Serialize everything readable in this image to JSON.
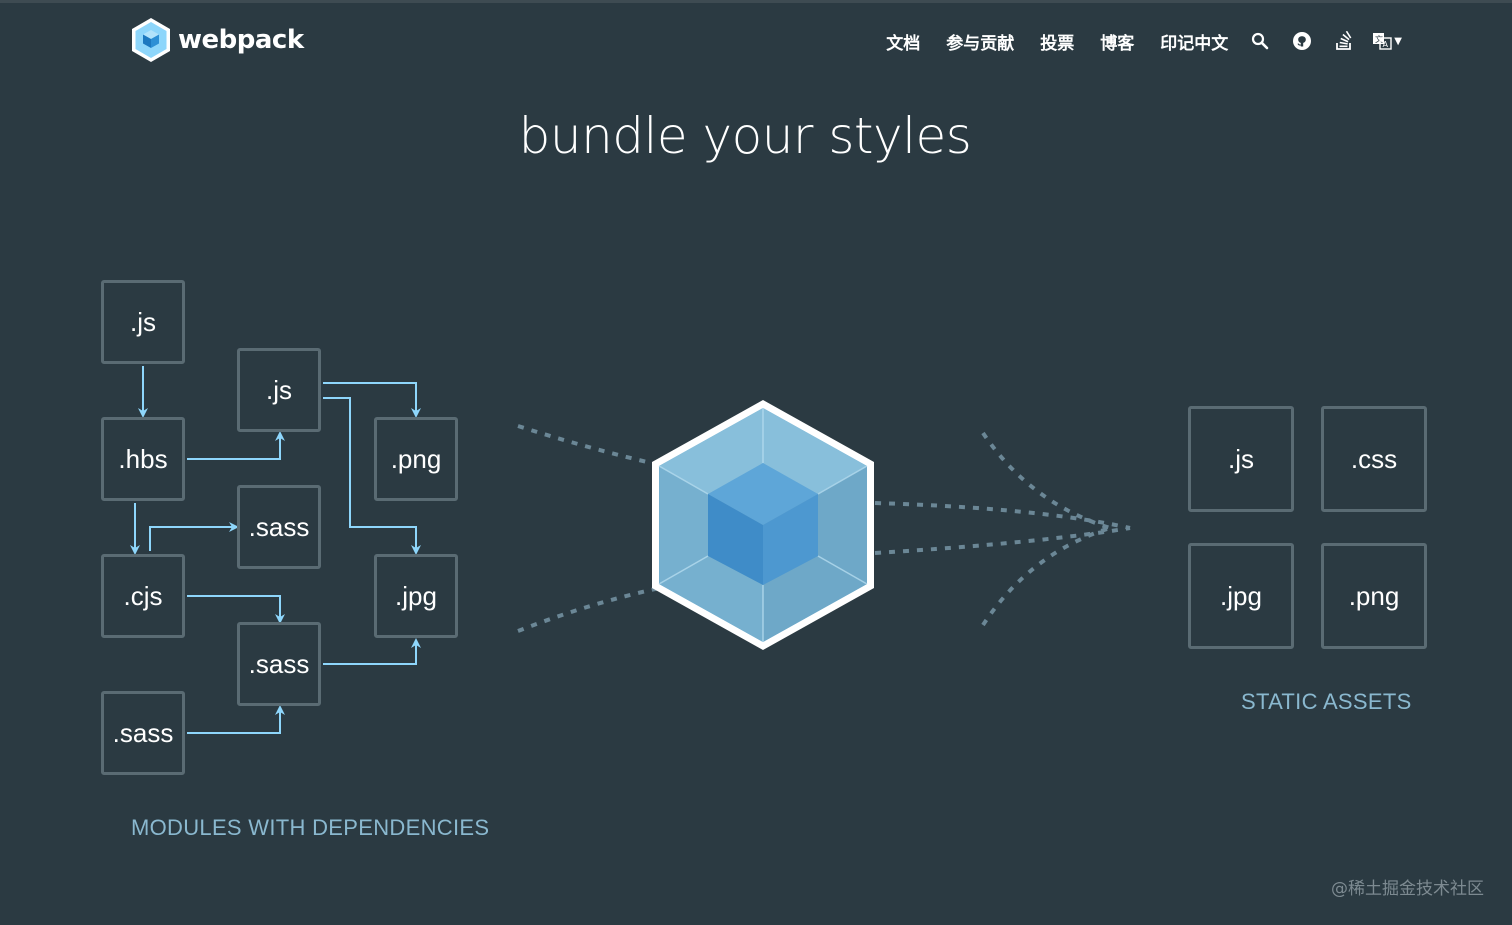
{
  "header": {
    "brand": "webpack",
    "nav": [
      "文档",
      "参与贡献",
      "投票",
      "博客",
      "印记中文"
    ],
    "icons": [
      "search-icon",
      "github-icon",
      "stack-overflow-icon",
      "language-icon"
    ]
  },
  "hero": {
    "title": "bundle your styles"
  },
  "modules": {
    "files": [
      ".js",
      ".js",
      ".hbs",
      ".png",
      ".sass",
      ".cjs",
      ".jpg",
      ".sass",
      ".sass"
    ],
    "label": "MODULES WITH DEPENDENCIES"
  },
  "assets": {
    "files": [
      ".js",
      ".css",
      ".jpg",
      ".png"
    ],
    "label": "STATIC ASSETS"
  },
  "watermark": "@稀土掘金技术社区",
  "colors": {
    "background": "#2b3a42",
    "box_border": "#5a6b73",
    "arrow": "#8ed6fb",
    "label": "#8ab8cf",
    "cube_light": "#8ed6fb",
    "cube_dark": "#1c78c0"
  }
}
